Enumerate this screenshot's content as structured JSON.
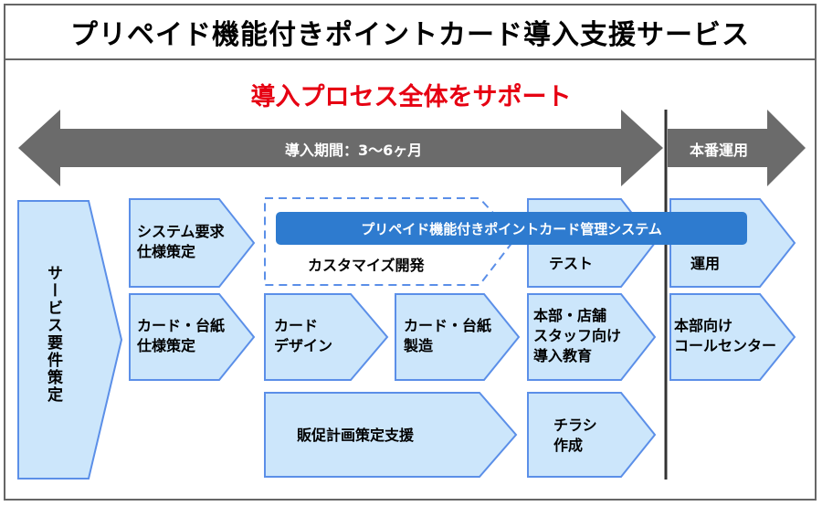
{
  "title": "プリペイド機能付きポイントカード導入支援サービス",
  "subtitle": "導入プロセス全体をサポート",
  "timeline": {
    "implementation_label": "導入期間：3～6ヶ月",
    "operation_label": "本番運用"
  },
  "system_bar_label": "プリペイド機能付きポイントカード管理システム",
  "steps": {
    "service_requirements": "サービス要件策定",
    "system_spec": "システム要求\n仕様策定",
    "custom_dev": "カスタマイズ開発",
    "test": "テスト",
    "operation": "運用",
    "card_spec": "カード・台紙\n仕様策定",
    "card_design": "カード\nデザイン",
    "card_manufacture": "カード・台紙\n製造",
    "staff_training": "本部・店舗\nスタッフ向け\n導入教育",
    "call_center": "本部向け\nコールセンター",
    "sales_promo": "販促計画策定支援",
    "flyer": "チラシ\n作成"
  },
  "colors": {
    "box_fill": "#cce6fb",
    "box_stroke": "#5b8fe8",
    "arrow_fill": "#6b6b6b",
    "system_bar": "#2e7bcf",
    "subtitle": "#e60012"
  }
}
